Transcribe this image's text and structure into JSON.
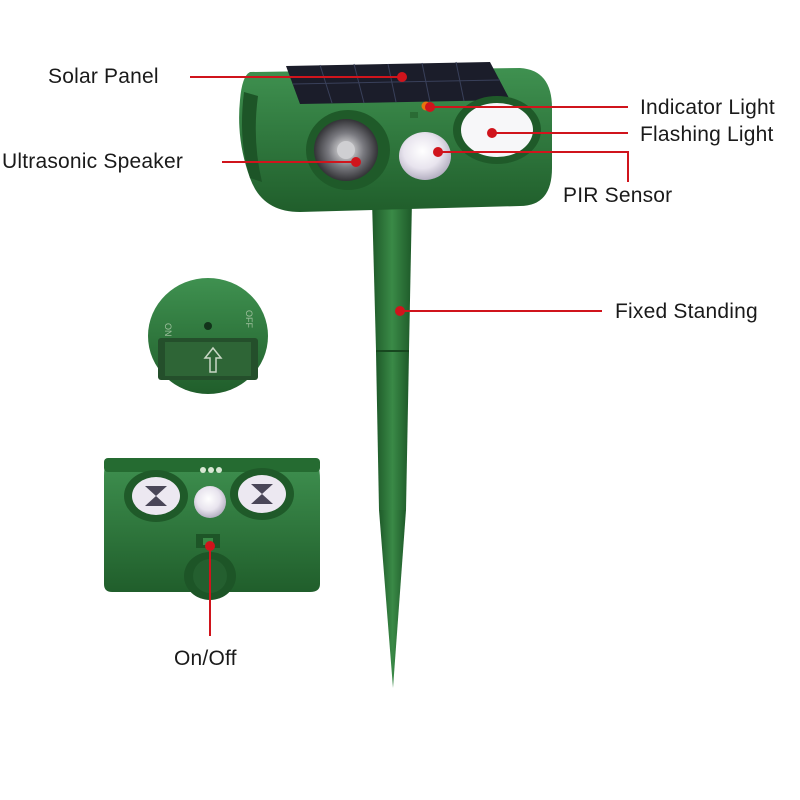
{
  "labels": {
    "solar_panel": "Solar Panel",
    "ultrasonic_speaker": "Ultrasonic Speaker",
    "indicator_light": "Indicator Light",
    "flashing_light": "Flashing Light",
    "pir_sensor": "PIR Sensor",
    "fixed_standing": "Fixed Standing",
    "on_off": "On/Off"
  },
  "switch_marks": {
    "on": "ON",
    "off": "OFF"
  },
  "colors": {
    "leader_line": "#d0141c",
    "body_green": "#2f7d3a",
    "body_dark": "#1f5a29",
    "panel": "#1b1d2a",
    "label_text": "#1a1a1a"
  }
}
